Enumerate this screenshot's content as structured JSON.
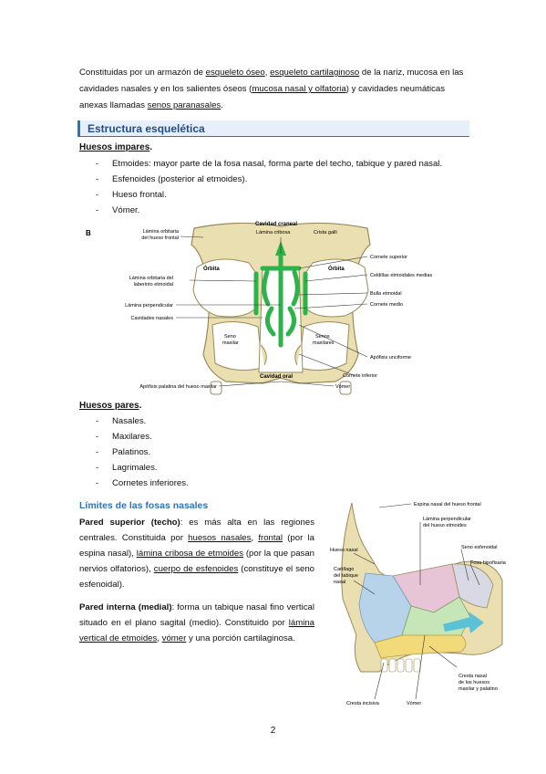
{
  "intro": {
    "t1": "Constituidas por un armazón de ",
    "l1": "esqueleto óseo",
    "t2": ", ",
    "l2": "esqueleto cartilaginoso",
    "t3": " de la nariz, mucosa en las cavidades nasales y en los salientes óseos (",
    "l3": "mucosa nasal y olfatoria",
    "t4": ") y cavidades neumáticas anexas llamadas ",
    "l4": "senos paranasales",
    "t5": "."
  },
  "section_title": "Estructura esquelética",
  "huesos_impares": {
    "heading": "Huesos impares",
    "dot": ".",
    "items": [
      "Etmoides: mayor parte de la fosa nasal, forma parte del techo, tabique y pared nasal.",
      "Esfenoides (posterior al etmoides).",
      "Hueso frontal.",
      "Vómer."
    ]
  },
  "bullet_dash": "-",
  "figure1": {
    "panel": "B",
    "labels": {
      "cavidad_craneal": "Cavidad craneal",
      "lamina_cribosa": "Lámina cribosa",
      "crista_galli": "Crista galli",
      "lamina_orbitaria_frontal_1": "Lámina orbitaria",
      "lamina_orbitaria_frontal_2": "del hueso frontal",
      "orbita_left": "Órbita",
      "orbita_right": "Órbita",
      "cornete_superior": "Cornete superior",
      "celdillas": "Celdillas etmoidales medias",
      "lamina_orbitaria_laberinto_1": "Lámina orbitaria del",
      "lamina_orbitaria_laberinto_2": "laberinto etmoidal",
      "bulla": "Bulla etmoidal",
      "lamina_perpendicular": "Lámina perpendicular",
      "cornete_medio": "Cornete medio",
      "cavidades_nasales": "Cavidades nasales",
      "seno_maxilar_1": "Seno",
      "seno_maxilar_2": "maxilar",
      "senos_maxilares_1": "Senos",
      "senos_maxilares_2": "maxilares",
      "apofisis_unciforme": "Apófisis unciforme",
      "cavidad_oral": "Cavidad oral",
      "cornete_inferior": "Cornete inferior",
      "apofisis_palatina": "Apófisis palatina del hueso maxilar",
      "vomer": "Vómer"
    }
  },
  "huesos_pares": {
    "heading": "Huesos pares",
    "dot": ".",
    "items": [
      "Nasales.",
      "Maxilares.",
      "Palatinos.",
      "Lagrimales.",
      "Cornetes inferiores."
    ]
  },
  "limites_title": "Límites de las fosas nasales",
  "pared_superior": {
    "bold": "Pared superior (techo)",
    "t1": ": es más alta en las regiones centrales. Constituida por ",
    "u1": "huesos nasales",
    "t2": ", ",
    "u2": "frontal",
    "t3": " (por la espina nasal), ",
    "u3": "lámina cribosa de etmoides",
    "t4": " (por la que pasan nervios olfatorios), ",
    "u4": "cuerpo de esfenoides",
    "t5": " (constituye el seno esfenoidal)."
  },
  "pared_interna": {
    "bold": "Pared interna (medial)",
    "t1": ": forma un tabique nasal fino vertical situado en el plano sagital (medio). Constituido por ",
    "u1": "lámina vertical de etmoides",
    "t2": ", ",
    "u2": "vómer",
    "t3": " y una porción cartilaginosa."
  },
  "figure2": {
    "labels": {
      "espina_nasal": "Espina nasal del hueso frontal",
      "lamina_perp_1": "Lámina perpendicular",
      "lamina_perp_2": "del hueso etmoides",
      "hueso_nasal": "Hueso nasal",
      "seno_esfenoidal": "Seno esfenoidal",
      "cartilago_1": "Cartílago",
      "cartilago_2": "del tabique",
      "cartilago_3": "nasal",
      "fosa_hipofisaria": "Fosa hipofisaria",
      "cresta_nasal_1": "Cresta nasal",
      "cresta_nasal_2": "de los huesos",
      "cresta_nasal_3": "maxilar y palatino",
      "cresta_incisiva": "Cresta incisiva",
      "vomer": "Vómer"
    }
  },
  "page_number": "2",
  "colors": {
    "accent": "#2e74b5",
    "section_bg": "#e7f0fa",
    "bone": "#eadfb0",
    "bone_stroke": "#9c8a5a",
    "green": "#2cb34a"
  }
}
